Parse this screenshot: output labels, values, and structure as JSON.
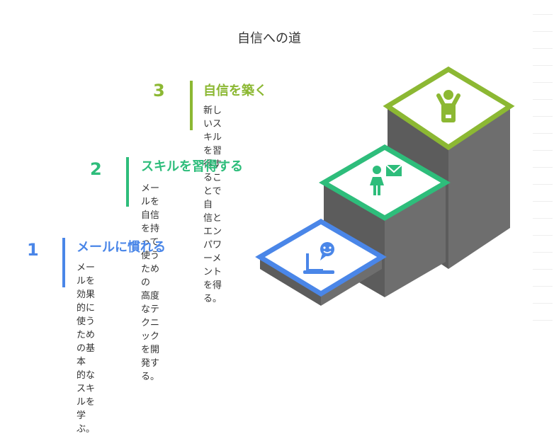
{
  "title": "自信への道",
  "colors": {
    "step1": "#4a86e8",
    "step2": "#2ebd7b",
    "step3": "#8cb833",
    "block_side": "#5f5f5f",
    "block_front": "#6b6b6b"
  },
  "steps": [
    {
      "number": "1",
      "heading": "メールに慣れる",
      "description": "メールを効果的に使うための基本\n的なスキルを学ぶ。",
      "icon": "laptop-chat-icon"
    },
    {
      "number": "2",
      "heading": "スキルを習得する",
      "description": "メールを自信を持って使うための\n高度なテクニックを開発する。",
      "icon": "person-mail-icon"
    },
    {
      "number": "3",
      "heading": "自信を築く",
      "description": "新しいスキルを習得することで自\n信とエンパワーメントを得る。",
      "icon": "person-celebrate-icon"
    }
  ]
}
